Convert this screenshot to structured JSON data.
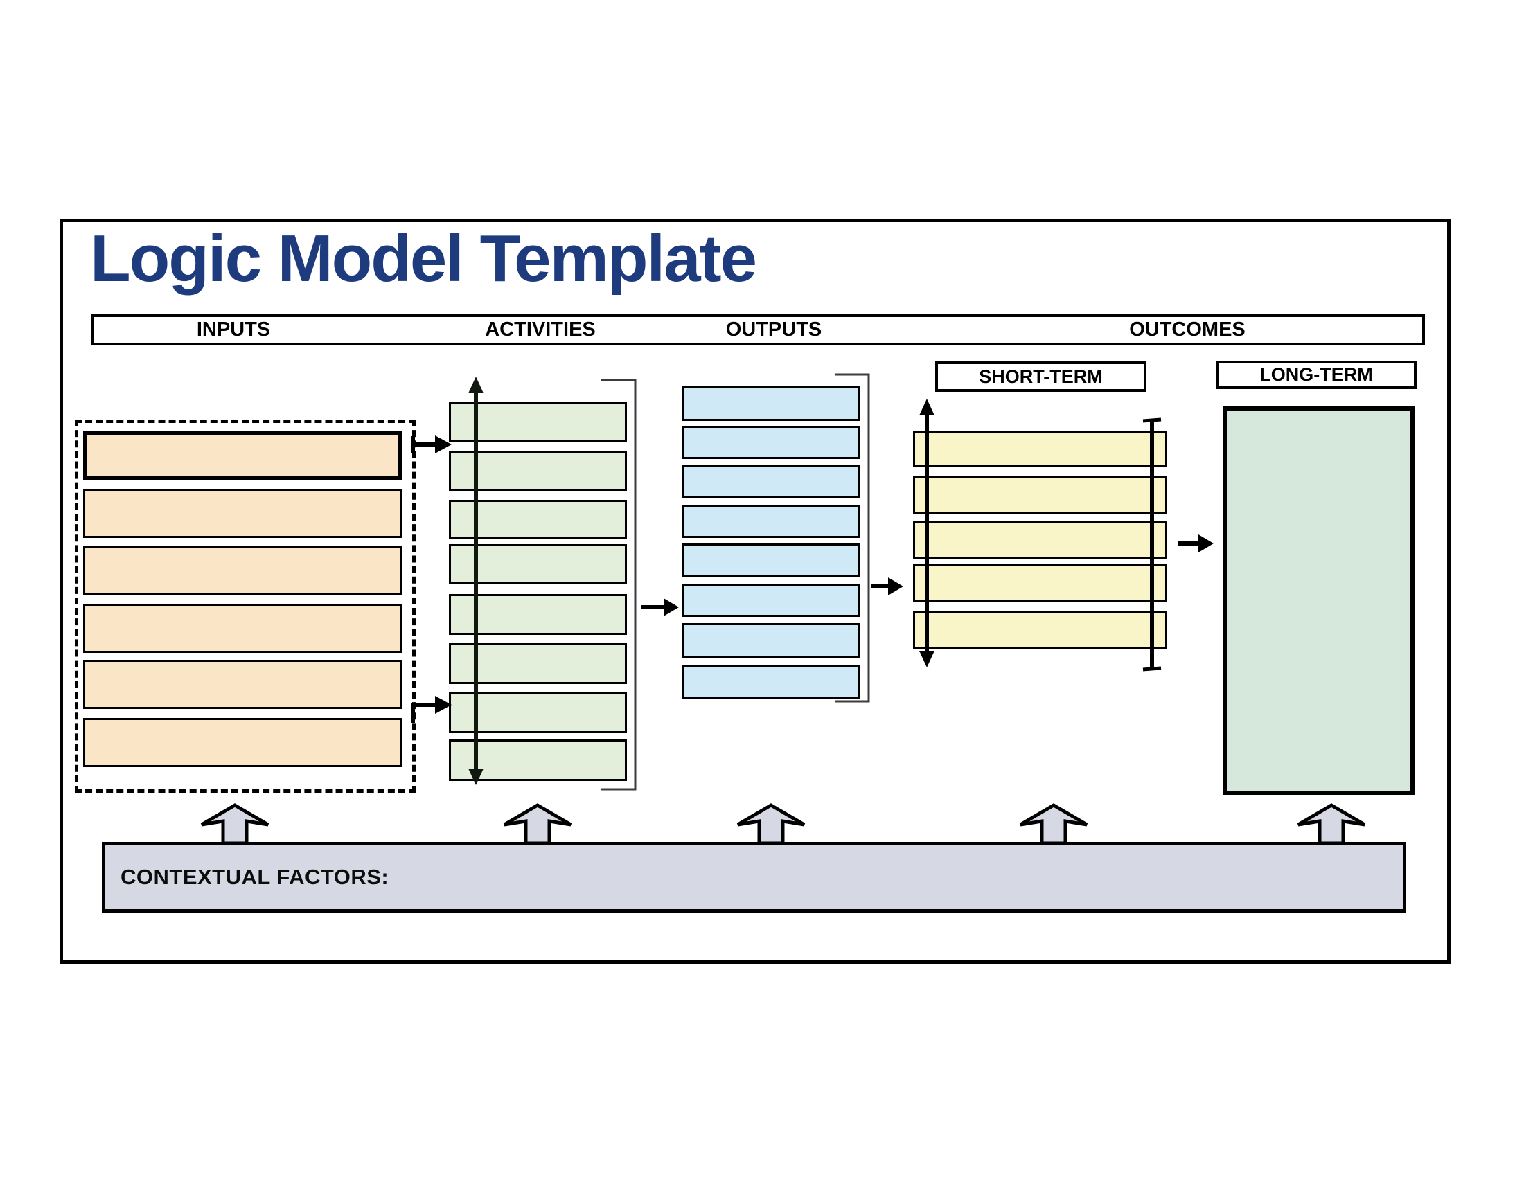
{
  "title": "Logic Model Template",
  "header": {
    "columns": [
      "INPUTS",
      "ACTIVITIES",
      "OUTPUTS",
      "OUTCOMES"
    ]
  },
  "outcomes": {
    "short_term_label": "SHORT-TERM",
    "long_term_label": "LONG-TERM"
  },
  "footer": {
    "contextual_factors_label": "CONTEXTUAL FACTORS:"
  },
  "columns": {
    "inputs": {
      "empty_slots": 6
    },
    "activities": {
      "empty_slots": 8
    },
    "outputs": {
      "empty_slots": 8
    },
    "short_term_outcomes": {
      "empty_slots": 5
    },
    "long_term_outcomes": {
      "empty_slots": 1
    }
  },
  "colors": {
    "navy": "#1e3b7d",
    "orange": "#fae5c6",
    "green": "#e4efdb",
    "blue": "#cfe9f7",
    "yellow": "#faf5c9",
    "mint": "#d5e8db",
    "gray": "#d6d9e4"
  }
}
